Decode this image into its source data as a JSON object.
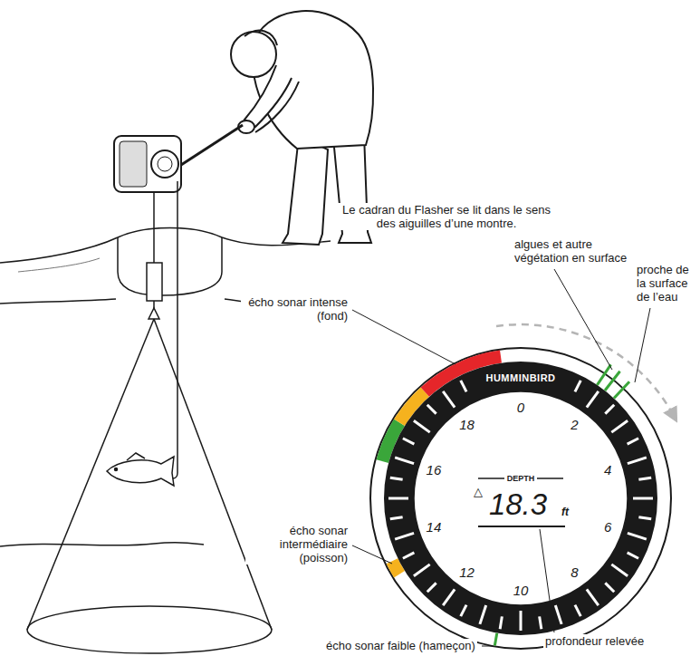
{
  "diagram": {
    "labels": [
      "Le cadran du Flasher se lit dans le sens des aiguilles d’une montre.",
      "algues et autre végétation en surface",
      "proche de la surface de l’eau",
      "écho sonar intense (fond)",
      "écho sonar intermédiaire (poisson)",
      "écho sonar faible (hameçon)",
      "profondeur relevée",
      "HUMMINBIRD",
      "DEPTH",
      "18.3",
      "ft",
      "0",
      "2",
      "4",
      "6",
      "8",
      "10",
      "12",
      "14",
      "16",
      "18",
      "△"
    ]
  }
}
